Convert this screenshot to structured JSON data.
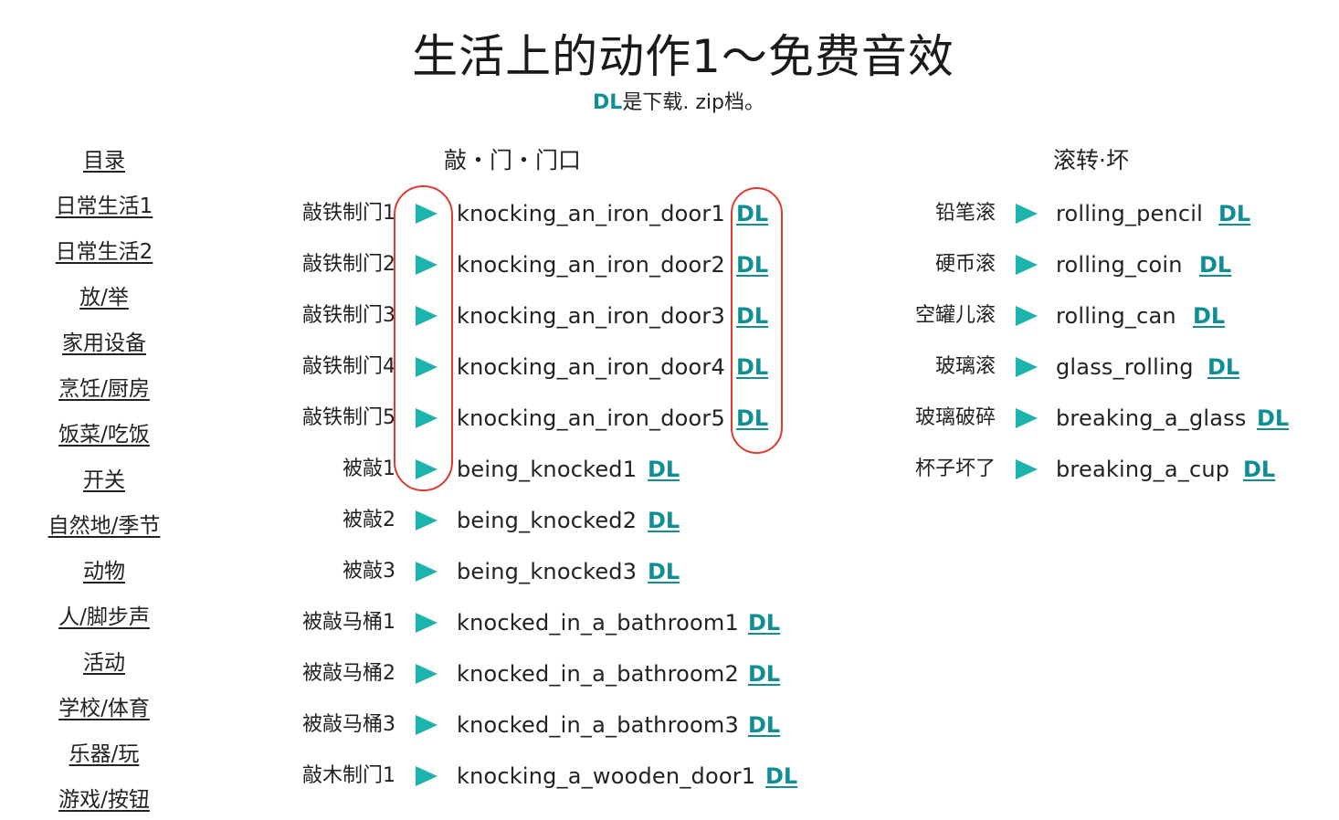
{
  "header": {
    "title": "生活上的动作1〜免费音效",
    "subtitle_dl": "DL",
    "subtitle_rest": "是下载. zip档。"
  },
  "sidebar": {
    "items": [
      {
        "label": "目录"
      },
      {
        "label": "日常生活1"
      },
      {
        "label": "日常生活2"
      },
      {
        "label": "放/举"
      },
      {
        "label": "家用设备"
      },
      {
        "label": "烹饪/厨房"
      },
      {
        "label": "饭菜/吃饭"
      },
      {
        "label": "开关"
      },
      {
        "label": "自然地/季节"
      },
      {
        "label": "动物"
      },
      {
        "label": "人/脚步声"
      },
      {
        "label": "活动"
      },
      {
        "label": "学校/体育"
      },
      {
        "label": "乐器/玩"
      },
      {
        "label": "游戏/按钮"
      }
    ]
  },
  "sections": [
    {
      "title": "敲・门・门口",
      "rows": [
        {
          "label": "敲铁制门1",
          "file": "knocking_an_iron_door1",
          "dl": "DL"
        },
        {
          "label": "敲铁制门2",
          "file": "knocking_an_iron_door2",
          "dl": "DL"
        },
        {
          "label": "敲铁制门3",
          "file": "knocking_an_iron_door3",
          "dl": "DL"
        },
        {
          "label": "敲铁制门4",
          "file": "knocking_an_iron_door4",
          "dl": "DL"
        },
        {
          "label": "敲铁制门5",
          "file": "knocking_an_iron_door5",
          "dl": "DL"
        },
        {
          "label": "被敲1",
          "file": "being_knocked1",
          "dl": "DL"
        },
        {
          "label": "被敲2",
          "file": "being_knocked2",
          "dl": "DL"
        },
        {
          "label": "被敲3",
          "file": "being_knocked3",
          "dl": "DL"
        },
        {
          "label": "被敲马桶1",
          "file": "knocked_in_a_bathroom1",
          "dl": "DL"
        },
        {
          "label": "被敲马桶2",
          "file": "knocked_in_a_bathroom2",
          "dl": "DL"
        },
        {
          "label": "被敲马桶3",
          "file": "knocked_in_a_bathroom3",
          "dl": "DL"
        },
        {
          "label": "敲木制门1",
          "file": "knocking_a_wooden_door1",
          "dl": "DL"
        }
      ]
    },
    {
      "title": "滚转·坏",
      "rows": [
        {
          "label": "铅笔滚",
          "file": "rolling_pencil",
          "dl": "DL"
        },
        {
          "label": "硬币滚",
          "file": "rolling_coin",
          "dl": "DL"
        },
        {
          "label": "空罐儿滚",
          "file": "rolling_can",
          "dl": "DL"
        },
        {
          "label": "玻璃滚",
          "file": "glass_rolling",
          "dl": "DL"
        },
        {
          "label": "玻璃破碎",
          "file": "breaking_a_glass",
          "dl": "DL"
        },
        {
          "label": "杯子坏了",
          "file": "breaking_a_cup",
          "dl": "DL"
        }
      ]
    }
  ],
  "colors": {
    "accent": "#0f8f95",
    "play": "#1ab5ad",
    "annotation": "#e03a2f"
  }
}
